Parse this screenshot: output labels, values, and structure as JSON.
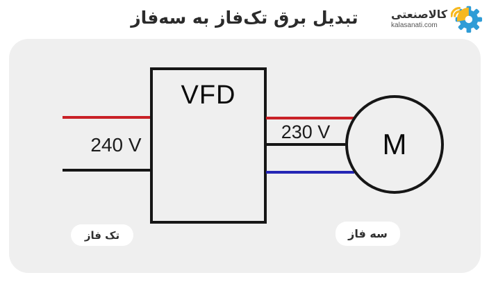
{
  "page": {
    "title": "تبدیل برق تک‌فاز به سه‌فاز"
  },
  "logo": {
    "name": "کالاصنعتی",
    "domain": "kalasanati.com"
  },
  "diagram": {
    "vfd_label": "VFD",
    "motor_label": "M",
    "input_voltage_label": "240 V",
    "output_voltage_label": "230 V",
    "input_phase_badge": "تک فاز",
    "output_phase_badge": "سه فاز"
  },
  "colors": {
    "line_red": "#c92127",
    "line_blue": "#2526b5",
    "line_black": "#161616",
    "card_bg": "#efefef",
    "title_text": "#2b2b2b",
    "logo_blue": "#2f9cd6",
    "logo_yellow": "#f6b81f"
  }
}
